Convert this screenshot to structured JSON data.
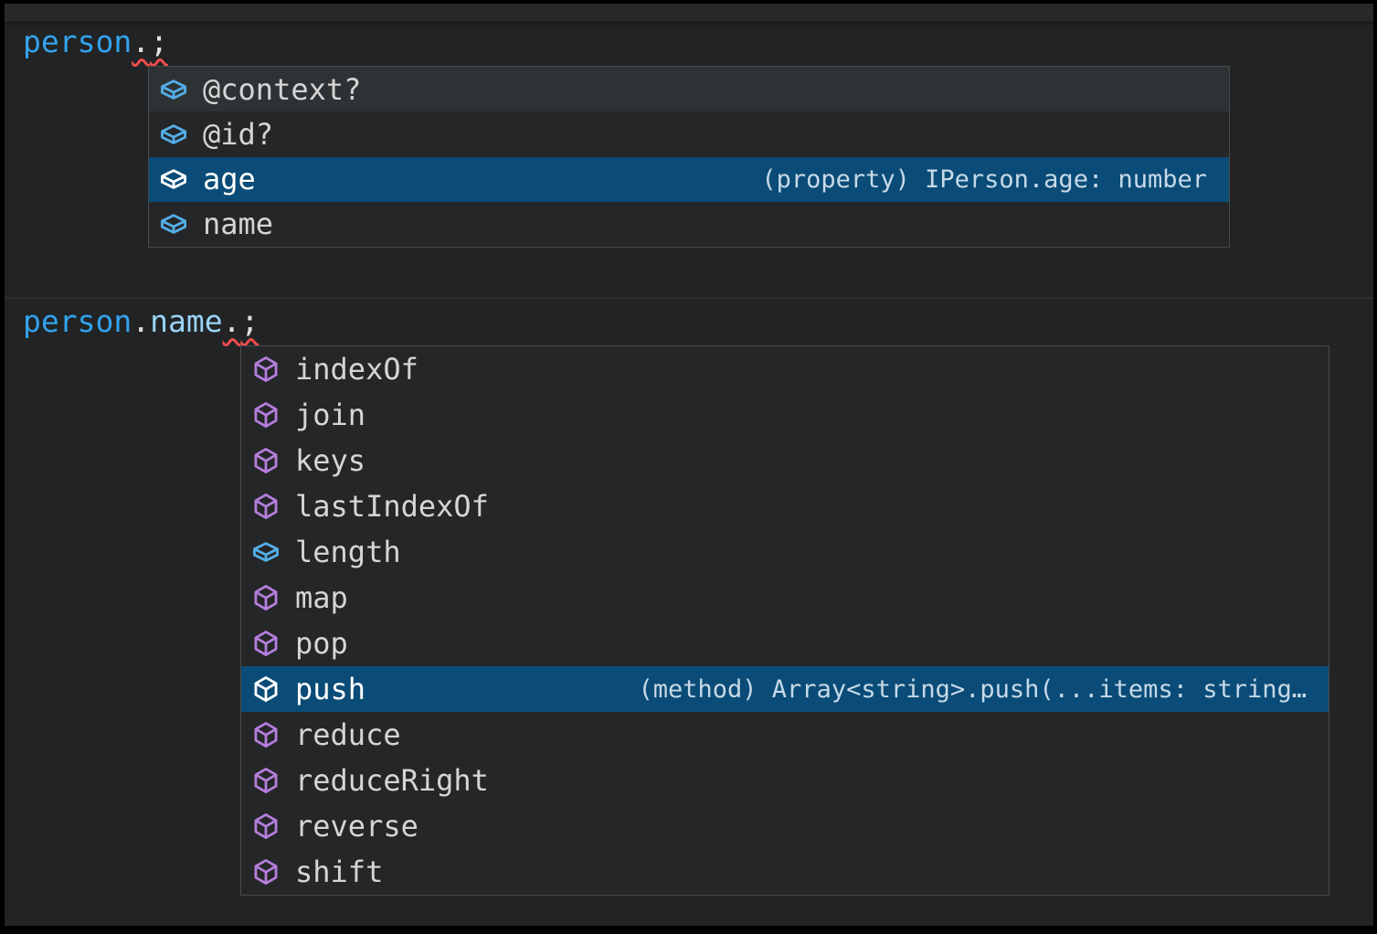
{
  "colors": {
    "editor_bg": "#212325",
    "top_stripe": "#27292b",
    "popup_bg": "#242628",
    "border": "#4a4a4a",
    "hover_row_bg": "#2e3234",
    "selected_row_bg": "#0a4c77",
    "variable_blue": "#33a3ec",
    "property_blue": "#9ad4f5",
    "punctuation": "#e0e0e0",
    "squiggle_red": "#f14c4c",
    "field_icon_blue": "#54aee8",
    "method_icon_purple": "#b57edc",
    "label_gray": "#d5d5d5",
    "detail_text": "#c7d9e8"
  },
  "code": {
    "line1": {
      "var": "person",
      "dot": ".",
      "semi": ";"
    },
    "line2": {
      "var": "person",
      "dot1": ".",
      "prop": "name",
      "dot2": ".",
      "semi": ";"
    }
  },
  "suggest_person": {
    "items": [
      {
        "label": "@context?",
        "kind": "field"
      },
      {
        "label": "@id?",
        "kind": "field"
      },
      {
        "label": "age",
        "kind": "field",
        "selected": true,
        "detail": "(property) IPerson.age: number"
      },
      {
        "label": "name",
        "kind": "field"
      }
    ]
  },
  "suggest_name": {
    "items": [
      {
        "label": "indexOf",
        "kind": "method"
      },
      {
        "label": "join",
        "kind": "method"
      },
      {
        "label": "keys",
        "kind": "method"
      },
      {
        "label": "lastIndexOf",
        "kind": "method"
      },
      {
        "label": "length",
        "kind": "field"
      },
      {
        "label": "map",
        "kind": "method"
      },
      {
        "label": "pop",
        "kind": "method"
      },
      {
        "label": "push",
        "kind": "method",
        "selected": true,
        "detail": "(method) Array<string>.push(...items: string…"
      },
      {
        "label": "reduce",
        "kind": "method"
      },
      {
        "label": "reduceRight",
        "kind": "method"
      },
      {
        "label": "reverse",
        "kind": "method"
      },
      {
        "label": "shift",
        "kind": "method"
      }
    ]
  }
}
